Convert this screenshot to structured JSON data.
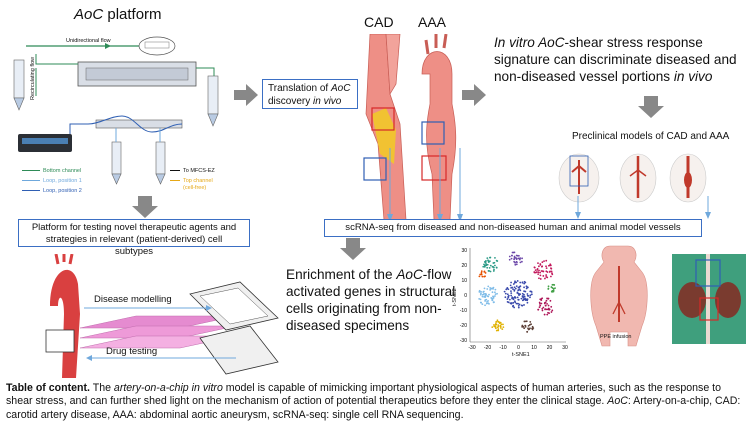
{
  "aoc": {
    "title_prefix": "AoC",
    "title_suffix": " platform",
    "unidirectional_flow": "Unidirectional flow",
    "recirculating_flow": "Recirculating flow",
    "legend": {
      "bottom_channel": "Bottom channel",
      "loop_position_1": "Loop, position 1",
      "loop_position_2": "Loop, position 2",
      "to_mfcs": "To MFCS-EZ",
      "top_channel": "Top channel",
      "top_channel_2": "(cell-free)"
    },
    "legend_colors": {
      "bottom_channel": "#2e8b57",
      "loop_position_1": "#6fa8dc",
      "loop_position_2": "#2f5fb3",
      "to_mfcs": "#111111",
      "top_channel": "#e6a817"
    },
    "platform_box": "Platform for testing novel therapeutic agents and strategies in relevant (patient-derived) cell subtypes"
  },
  "translation": {
    "line1": "Translation of ",
    "line1_it": "AoC",
    "line2": "discovery ",
    "line2_it": "in vivo"
  },
  "vessels": {
    "cad": "CAD",
    "aaa": "AAA"
  },
  "signature": {
    "p1_it": "In vitro AoC",
    "p1": "-shear stress response signature can discriminate diseased and non-diseased vessel portions ",
    "p1_end_it": "in vivo"
  },
  "preclinical": "Preclinical models of CAD and AAA",
  "scrna_box": "scRNA-seq from diseased and non-diseased human and animal model vessels",
  "enrichment": {
    "pre": "Enrichment of the ",
    "it": "AoC",
    "post": "-flow activated genes in structural cells originating from non-diseased specimens"
  },
  "chip": {
    "disease_modelling": "Disease modelling",
    "drug_testing": "Drug testing"
  },
  "tsne": {
    "xlabel": "t-SNE1",
    "ylabel": "t-SNE2",
    "xticks": [
      "-30",
      "-20",
      "-10",
      "0",
      "10",
      "20",
      "30"
    ],
    "yticks": [
      "30",
      "20",
      "10",
      "0",
      "-10",
      "-20",
      "-30"
    ]
  },
  "ppe": "PPE infusion",
  "caption": {
    "bold": "Table of content.",
    "t1": " The ",
    "it1": "artery-on-a-chip in vitro",
    "t2": " model is capable of mimicking important physiological aspects of human arteries, such as the response to shear stress, and can further shed light on the mechanism of action of potential therapeutics before they enter the clinical stage. ",
    "it2": "AoC",
    "t3": ": Artery-on-a-chip, CAD: carotid artery disease, AAA: abdominal aortic aneurysm, scRNA-seq: single cell RNA sequencing."
  }
}
